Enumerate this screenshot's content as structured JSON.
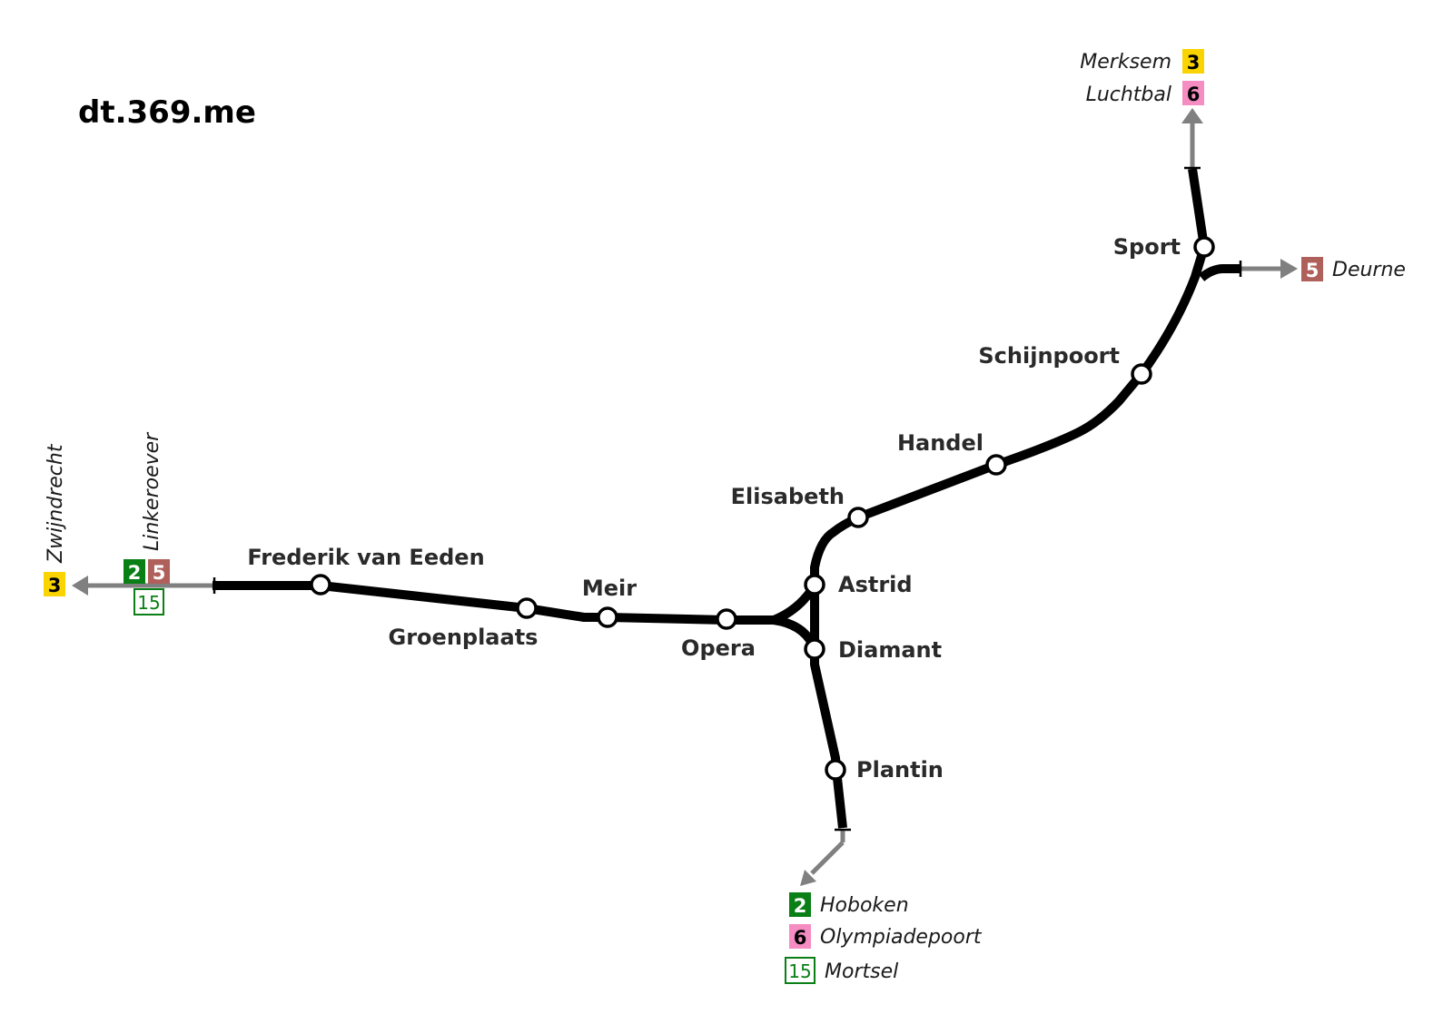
{
  "map": {
    "watermark": "dt.369.me",
    "colors": {
      "track": "#000000",
      "stub": "#808080",
      "line_2": "#0a7f16",
      "line_3": "#f9d400",
      "line_5": "#b0605a",
      "line_6": "#f58cc2",
      "line_15": "#0a7f16"
    },
    "stations": [
      {
        "id": "sport",
        "name": "Sport"
      },
      {
        "id": "schijnpoort",
        "name": "Schijnpoort"
      },
      {
        "id": "handel",
        "name": "Handel"
      },
      {
        "id": "elisabeth",
        "name": "Elisabeth"
      },
      {
        "id": "astrid",
        "name": "Astrid"
      },
      {
        "id": "diamant",
        "name": "Diamant"
      },
      {
        "id": "opera",
        "name": "Opera"
      },
      {
        "id": "meir",
        "name": "Meir"
      },
      {
        "id": "groenplaats",
        "name": "Groenplaats"
      },
      {
        "id": "frederik",
        "name": "Frederik van Eeden"
      },
      {
        "id": "plantin",
        "name": "Plantin"
      }
    ],
    "terminals": {
      "north": [
        {
          "name": "Merksem",
          "line": "3"
        },
        {
          "name": "Luchtbal",
          "line": "6"
        }
      ],
      "east": [
        {
          "name": "Deurne",
          "line": "5"
        }
      ],
      "west": [
        {
          "name": "Zwijndrecht",
          "line": "3"
        },
        {
          "name": "Linkeroever",
          "lines": [
            "2",
            "5",
            "15"
          ]
        }
      ],
      "south": [
        {
          "name": "Hoboken",
          "line": "2"
        },
        {
          "name": "Olympiadepoort",
          "line": "6"
        },
        {
          "name": "Mortsel",
          "line": "15"
        }
      ]
    }
  }
}
